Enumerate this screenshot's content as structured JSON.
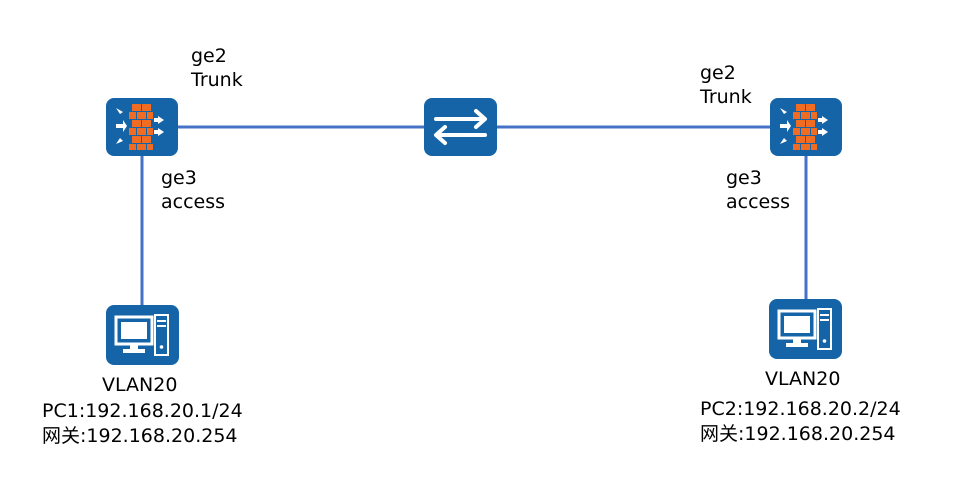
{
  "colors": {
    "device_blue": "#1664a8",
    "link_blue": "#4472c4",
    "firewall_brick": "#ef6c22",
    "icon_white": "#ffffff"
  },
  "left_firewall": {
    "icon": "firewall-icon",
    "port_top": "ge2",
    "port_top_mode": "Trunk",
    "port_bottom": "ge3",
    "port_bottom_mode": "access"
  },
  "switch": {
    "icon": "switch-icon"
  },
  "right_firewall": {
    "icon": "firewall-icon",
    "port_top": "ge2",
    "port_top_mode": "Trunk",
    "port_bottom": "ge3",
    "port_bottom_mode": "access"
  },
  "left_pc": {
    "icon": "pc-icon",
    "vlan": "VLAN20",
    "ip": "PC1:192.168.20.1/24",
    "gateway": "网关:192.168.20.254"
  },
  "right_pc": {
    "icon": "pc-icon",
    "vlan": "VLAN20",
    "ip": "PC2:192.168.20.2/24",
    "gateway": "网关:192.168.20.254"
  }
}
